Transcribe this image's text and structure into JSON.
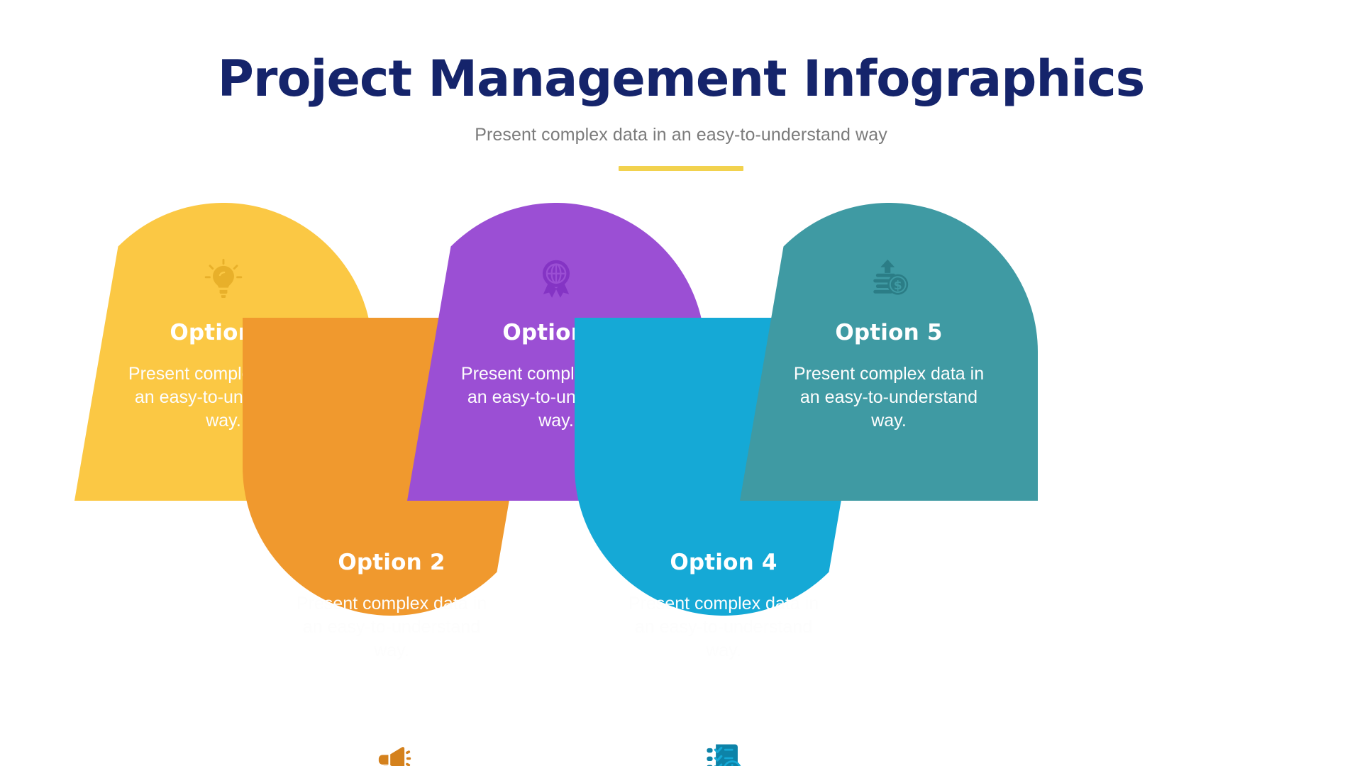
{
  "header": {
    "title": "Project Management Infographics",
    "subtitle": "Present complex data in an easy-to-understand way",
    "accent_color": "#f2d24e",
    "title_color": "#15246b",
    "subtitle_color": "#7b7b7b"
  },
  "items": [
    {
      "label": "Option 1",
      "description": "Present complex data in an easy-to-understand way.",
      "color": "#fbc844",
      "icon_color": "#e8b02a",
      "icon": "lightbulb-icon",
      "direction": "up"
    },
    {
      "label": "Option 2",
      "description": "Present complex data in an easy-to-understand way.",
      "color": "#f0992e",
      "icon_color": "#d4811d",
      "icon": "megaphone-icon",
      "direction": "down"
    },
    {
      "label": "Option 3",
      "description": "Present complex data in an easy-to-understand way.",
      "color": "#9b4fd4",
      "icon_color": "#8434c4",
      "icon": "globe-award-icon",
      "direction": "up"
    },
    {
      "label": "Option 4",
      "description": "Present complex data in an easy-to-understand way.",
      "color": "#15a9d6",
      "icon_color": "#0d83a8",
      "icon": "checklist-clock-icon",
      "direction": "down"
    },
    {
      "label": "Option 5",
      "description": "Present complex data in an easy-to-understand way.",
      "color": "#3f9aa3",
      "icon_color": "#2b7d86",
      "icon": "money-growth-icon",
      "direction": "up"
    }
  ]
}
